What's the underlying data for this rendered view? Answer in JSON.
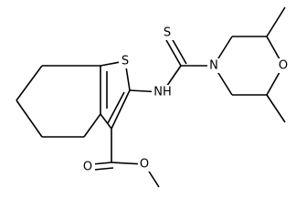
{
  "molecule": {
    "atoms": {
      "thiophene_sulfur": "S",
      "thione_sulfur": "S",
      "amine_nitrogen": "NH",
      "morpholine_nitrogen": "N",
      "morpholine_oxygen": "O",
      "carbonyl_oxygen": "O",
      "ester_oxygen": "O"
    }
  }
}
